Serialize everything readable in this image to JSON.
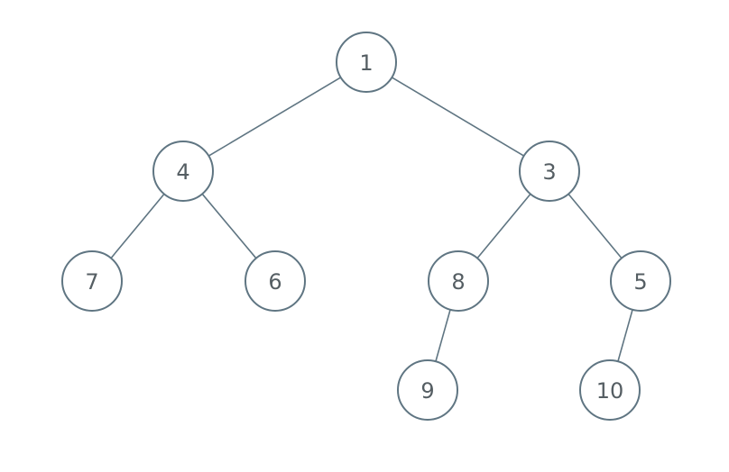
{
  "tree": {
    "nodes": [
      {
        "id": "n1",
        "label": "1"
      },
      {
        "id": "n4",
        "label": "4"
      },
      {
        "id": "n3",
        "label": "3"
      },
      {
        "id": "n7",
        "label": "7"
      },
      {
        "id": "n6",
        "label": "6"
      },
      {
        "id": "n8",
        "label": "8"
      },
      {
        "id": "n5",
        "label": "5"
      },
      {
        "id": "n9",
        "label": "9"
      },
      {
        "id": "n10",
        "label": "10"
      }
    ],
    "edges": [
      {
        "from": "n1",
        "to": "n4"
      },
      {
        "from": "n1",
        "to": "n3"
      },
      {
        "from": "n4",
        "to": "n7"
      },
      {
        "from": "n4",
        "to": "n6"
      },
      {
        "from": "n3",
        "to": "n8"
      },
      {
        "from": "n3",
        "to": "n5"
      },
      {
        "from": "n8",
        "to": "n9"
      },
      {
        "from": "n5",
        "to": "n10"
      }
    ]
  }
}
